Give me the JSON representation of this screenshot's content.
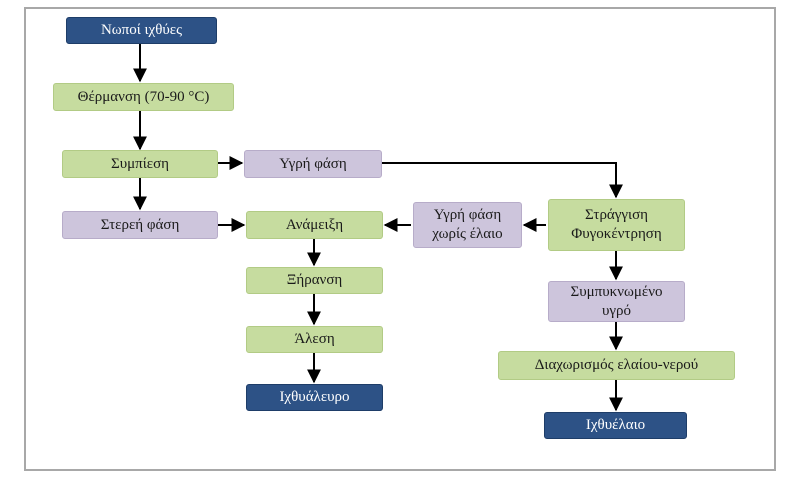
{
  "diagram": {
    "nodes": {
      "raw_fish": "Νωποί ιχθύες",
      "heating": "Θέρμανση (70-90 °C)",
      "pressing": "Συμπίεση",
      "liquid_phase": "Υγρή φάση",
      "solid_phase": "Στερεή φάση",
      "mixing": "Ανάμειξη",
      "liquid_no_oil": "Υγρή φάση\nχωρίς έλαιο",
      "straining": "Στράγγιση\nΦυγοκέντρηση",
      "drying": "Ξήρανση",
      "concentrate": "Συμπυκνωμένο\nυγρό",
      "grinding": "Άλεση",
      "oil_water_sep": "Διαχωρισμός ελαίου-νερού",
      "fishmeal": "Ιχθυάλευρο",
      "fish_oil": "Ιχθυέλαιο"
    },
    "colors": {
      "dark_box": "#2d5286",
      "green_box": "#c6dc9f",
      "purple_box": "#cdc5dc",
      "arrow": "#000000"
    }
  }
}
